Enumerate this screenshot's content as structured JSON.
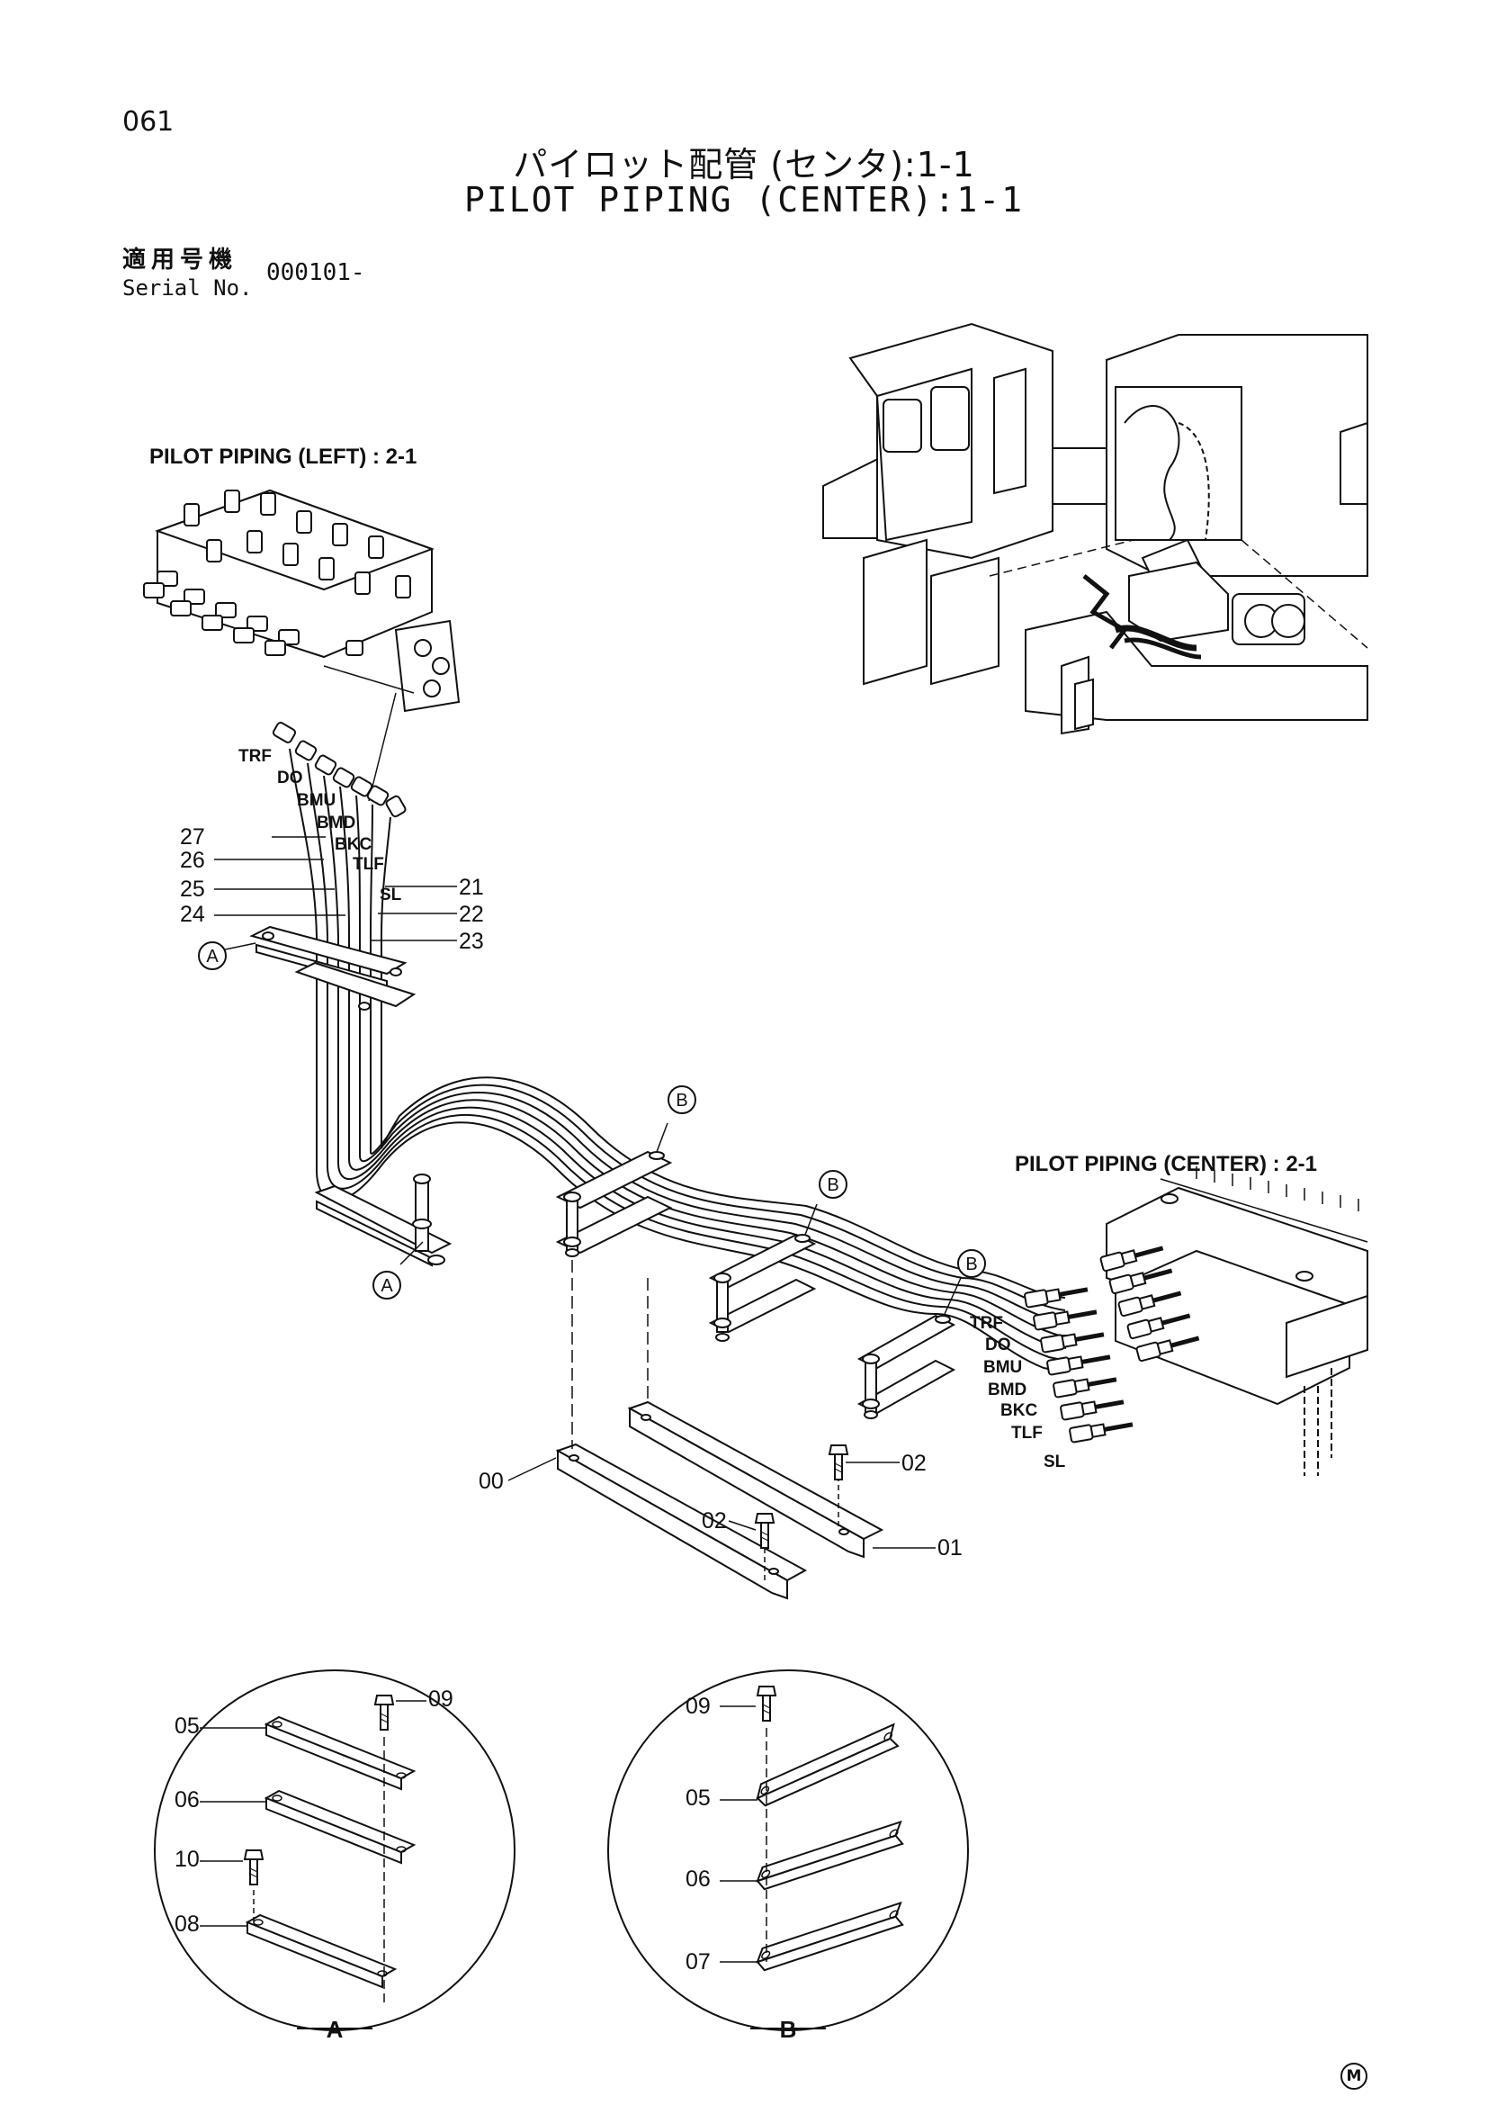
{
  "page_number": "061",
  "title_jp": "パイロット配管 (センタ):1-1",
  "title_en": "PILOT PIPING (CENTER):1-1",
  "serial_label_jp": "適用号機",
  "serial_label_en": "Serial No.",
  "serial_value": "000101-",
  "cross_refs": {
    "left": "PILOT PIPING (LEFT) : 2-1",
    "center": "PILOT PIPING (CENTER) : 2-1"
  },
  "line_tags_top": [
    "TRF",
    "DO",
    "BMU",
    "BMD",
    "BKC",
    "TLF",
    "SL"
  ],
  "line_tags_right": [
    "TRF",
    "DO",
    "BMU",
    "BMD",
    "BKC",
    "TLF",
    "SL"
  ],
  "callouts_left": [
    "27",
    "26",
    "25",
    "24"
  ],
  "callouts_right": [
    "21",
    "22",
    "23"
  ],
  "views": {
    "a": "A",
    "b": "B"
  },
  "parts": {
    "bracket_00": "00",
    "bracket_01": "01",
    "bolt_02": "02",
    "clamp_05": "05",
    "clamp_06": "06",
    "clamp_07": "07",
    "clamp_08": "08",
    "bolt_09": "09",
    "bolt_10": "10"
  },
  "corner_mark": "M"
}
